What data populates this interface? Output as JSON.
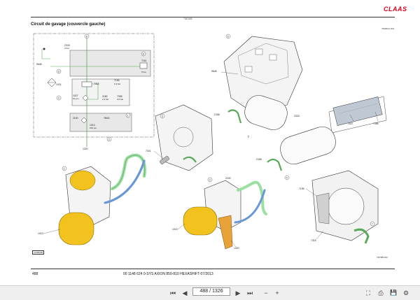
{
  "header": {
    "logo": "CLAAS",
    "code_top": "740 002",
    "code_right": "7508D14 003",
    "title": "Circuit de gavage (couvercle gauche)"
  },
  "schematic": {
    "labels": {
      "l_z333": "Z333",
      "l_2bar": "2 bar",
      "l_8": "8",
      "l_9648": "9648",
      "l_5": "5",
      "l_7161": "7161",
      "l_5bar": "5 bar",
      "l_1021": "1021",
      "l_4": "4",
      "l_7315": "7315",
      "l_7156": "7156",
      "l_04bar": "0,4 bar",
      "l_1027": "1027",
      "l_10um": "10 µm",
      "l_2180": "2180",
      "l_24bar": "2,4 bar",
      "l_7398": "7398",
      "l_05bar": "0,5 bar",
      "l_1": "1",
      "l_2100": "2100",
      "l_7841": "7B/61",
      "l_1013": "1013",
      "l_150um": "150 µm",
      "l_2": "2",
      "l_1320": "1320"
    }
  },
  "illustration": {
    "labels": {
      "i_9648": "9648",
      "i_z186": "Z186",
      "i_z333": "Z333",
      "i_5": "5",
      "i_1027": "1027",
      "i_7398": "7398",
      "i_z185": "Z185",
      "i_7161": "7161",
      "i_2100": "2100",
      "i_1013a": "1013",
      "i_1013b": "1013",
      "i_1320": "1320",
      "i_7155": "7155",
      "i_7315": "7315",
      "i_1": "1",
      "i_2": "2",
      "i_3": "3",
      "i_4": "4",
      "i_6": "6",
      "i_7": "7"
    }
  },
  "footer": {
    "page_number": "488",
    "doc_ref": "00 1148 624 0-SYS AXION 850-810 HEXASHIFT-07/2013",
    "stamp_left": "uv000000",
    "stamp_right": "TRTBB-002"
  },
  "viewer": {
    "page_field": "488 / 1326",
    "icons": {
      "first": "first-page-icon",
      "prev": "previous-page-icon",
      "next": "next-page-icon",
      "last": "last-page-icon",
      "zoom_out": "zoom-out-icon",
      "zoom_in": "zoom-in-icon",
      "fit": "fit-page-icon",
      "print": "print-icon",
      "save": "save-icon",
      "settings": "settings-icon"
    },
    "glyphs": {
      "first": "⏮",
      "prev": "◀",
      "next": "▶",
      "last": "⏭",
      "zoom_out": "−",
      "zoom_in": "+",
      "fit": "⛶",
      "print": "⎙",
      "save": "💾",
      "settings": "⚙"
    }
  },
  "colors": {
    "logo_red": "#e2001a",
    "pipe_green": "#9be0a0",
    "pipe_blue": "#6a98d6",
    "filter_yellow": "#f2c21e",
    "bracket_orange": "#e8a23a",
    "schematic_green": "#5aa85a",
    "schematic_gray": "#e5e5e5"
  }
}
